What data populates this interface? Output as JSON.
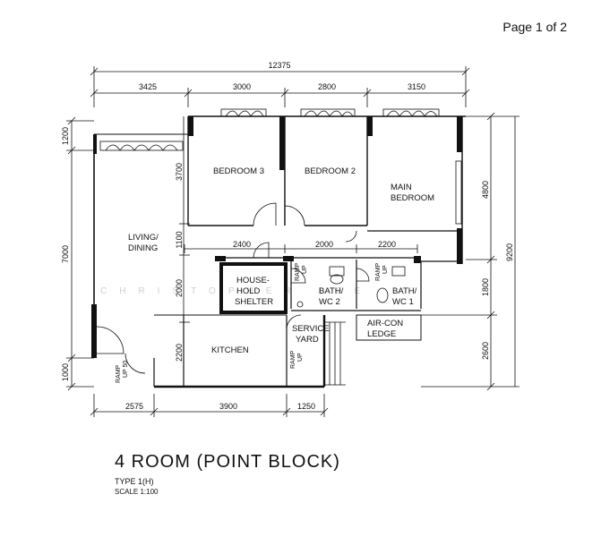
{
  "page_label": "Page 1 of 2",
  "title": "4 ROOM (POINT BLOCK)",
  "type": "TYPE 1(H)",
  "scale": "SCALE  1:100",
  "watermark": "CHRISTOPHER LEE",
  "rooms": {
    "bedroom3": "BEDROOM 3",
    "bedroom2": "BEDROOM 2",
    "main_bedroom_1": "MAIN",
    "main_bedroom_2": "BEDROOM",
    "living_1": "LIVING/",
    "living_2": "DINING",
    "shelter_1": "HOUSE-",
    "shelter_2": "HOLD",
    "shelter_3": "SHELTER",
    "bath2_1": "BATH/",
    "bath2_2": "WC 2",
    "bath1_1": "BATH/",
    "bath1_2": "WC 1",
    "aircon_1": "AIR-CON",
    "aircon_2": "LEDGE",
    "kitchen": "KITCHEN",
    "service_1": "SERVICE",
    "service_2": "YARD"
  },
  "ramps": {
    "ramp": "RAMP",
    "up": "UP",
    "up50": "UP 50"
  },
  "dimensions": {
    "top_total": "12375",
    "top_1": "3425",
    "top_2": "3000",
    "top_3": "2800",
    "top_4": "3150",
    "mid_1": "2400",
    "mid_2": "2000",
    "mid_3": "2200",
    "bottom_1": "2575",
    "bottom_2": "3900",
    "bottom_3": "1250",
    "left_outer_1": "1200",
    "left_outer_2": "7000",
    "left_outer_3": "1000",
    "left_inner_1": "3700",
    "left_inner_2": "1100",
    "left_inner_3": "2000",
    "left_inner_4": "2200",
    "right_inner_1": "4800",
    "right_inner_2": "1800",
    "right_inner_3": "2600",
    "right_total": "9200"
  }
}
